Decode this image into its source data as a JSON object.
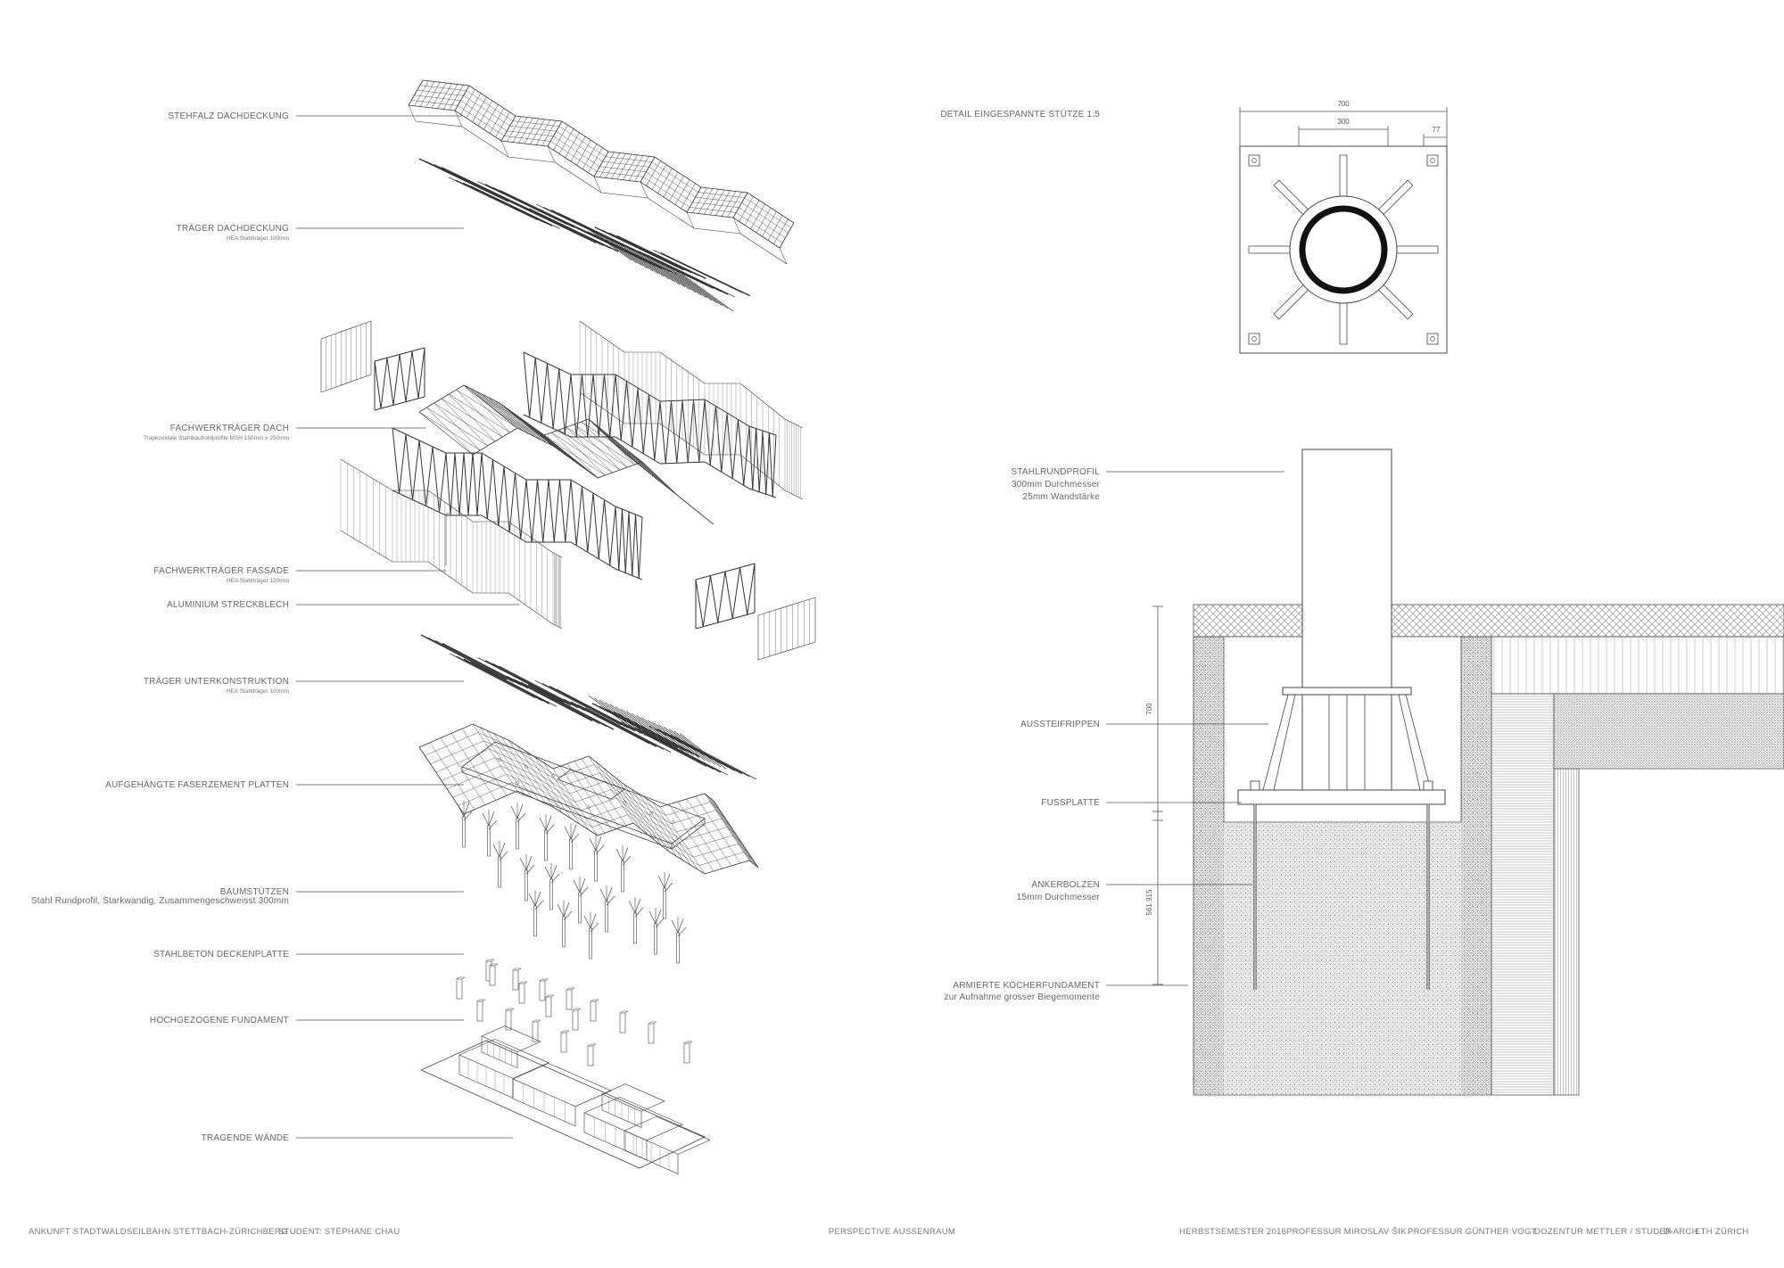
{
  "axonometric": {
    "labels": [
      {
        "title": "STEHFALZ DACHDECKUNG",
        "sub": ""
      },
      {
        "title": "TRÄGER DACHDECKUNG",
        "sub": "HEA Stahlträger 100mm"
      },
      {
        "title": "FACHWERKTRÄGER DACH",
        "sub": "Trapezoidale Stahlbauhohlprofile MSH 150mm x 250mm"
      },
      {
        "title": "FACHWERKTRÄGER FASSADE",
        "sub": "HEA Stahlträger 120mm"
      },
      {
        "title": "ALUMINIUM STRECKBLECH",
        "sub": ""
      },
      {
        "title": "TRÄGER UNTERKONSTRUKTION",
        "sub": "HEA Stahlträger 100mm"
      },
      {
        "title": "AUFGEHÄNGTE FASERZEMENT PLATTEN",
        "sub": ""
      },
      {
        "title": "BAUMSTÜTZEN",
        "sub": "Stahl Rundprofil, Starkwandig, Zusammengeschweisst 300mm"
      },
      {
        "title": "STAHLBETON DECKENPLATTE",
        "sub": ""
      },
      {
        "title": "HOCHGEZOGENE FUNDAMENT",
        "sub": ""
      },
      {
        "title": "TRAGENDE WÄNDE",
        "sub": ""
      }
    ]
  },
  "plan_detail": {
    "title": "DETAIL EINGESPANNTE STÜTZE 1:5",
    "dims": {
      "overall": "700",
      "inner": "300",
      "edge": "77"
    }
  },
  "section_detail": {
    "labels": [
      {
        "title": "STAHLRUNDPROFIL",
        "sub1": "300mm Durchmesser",
        "sub2": "25mm Wandstärke"
      },
      {
        "title": "AUSSTEIFRIPPEN",
        "sub1": "",
        "sub2": ""
      },
      {
        "title": "FUSSPLATTE",
        "sub1": "",
        "sub2": ""
      },
      {
        "title": "ANKERBOLZEN",
        "sub1": "15mm Durchmesser",
        "sub2": ""
      },
      {
        "title": "ARMIERTE KÖCHERFUNDAMENT",
        "sub1": "zur Aufnahme grosser Biegemomente",
        "sub2": ""
      }
    ],
    "dims": {
      "upper": "700",
      "lower": "561.915"
    }
  },
  "footer": {
    "left": [
      "ANKUNFT STADTWALD",
      "SEILBAHN STETTBACH-ZÜRICHBERG",
      "STUDENT: STÉPHANE CHAU"
    ],
    "center": "PERSPECTIVE AUSSENRAUM",
    "right": [
      "HERBSTSEMESTER 2016",
      "PROFESSUR MIROSLAV ŠIK",
      "PROFESSUR GÜNTHER VOGT",
      "DOZENTUR METTLER / STUDER",
      "D-ARCH",
      "ETH ZÜRICH"
    ]
  }
}
